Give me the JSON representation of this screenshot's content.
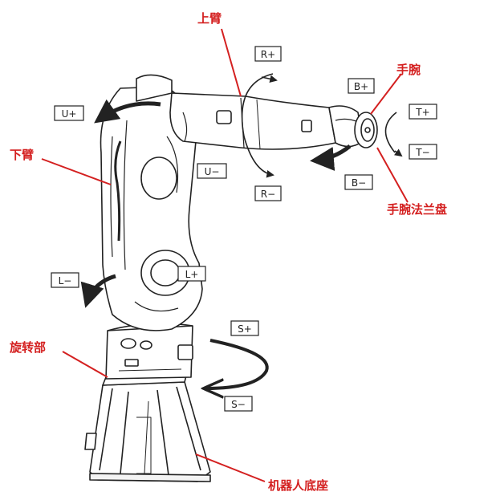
{
  "colors": {
    "label": "#d42020",
    "line": "#222222",
    "accent": "#d42020"
  },
  "part_labels": {
    "upper_arm": "上臂",
    "wrist": "手腕",
    "lower_arm": "下臂",
    "wrist_flange": "手腕法兰盘",
    "rotation_part": "旋转部",
    "robot_base": "机器人底座"
  },
  "axis_labels": {
    "r_plus": "R+",
    "r_minus": "R−",
    "u_plus": "U+",
    "u_minus": "U−",
    "b_plus": "B+",
    "b_minus": "B−",
    "t_plus": "T+",
    "t_minus": "T−",
    "l_plus": "L+",
    "l_minus": "L−",
    "s_plus": "S+",
    "s_minus": "S−"
  }
}
